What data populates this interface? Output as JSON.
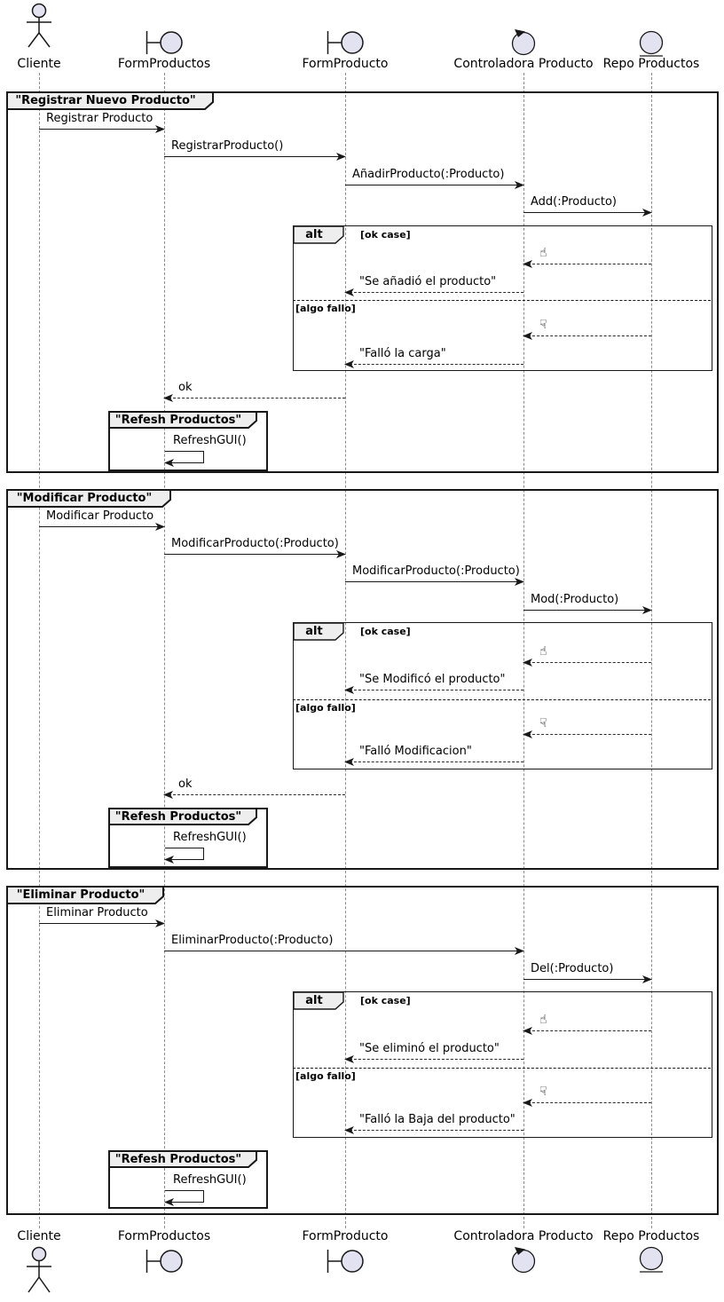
{
  "participants": [
    {
      "name": "Cliente",
      "type": "actor"
    },
    {
      "name": "FormProductos",
      "type": "boundary"
    },
    {
      "name": "FormProducto",
      "type": "boundary"
    },
    {
      "name": "Controladora Producto",
      "type": "control"
    },
    {
      "name": "Repo Productos",
      "type": "entity"
    }
  ],
  "icons": {
    "thumbs_up": "☝",
    "thumbs_down": "☟"
  },
  "colors": {
    "line": "#181818",
    "shape_fill": "#E2E2F0",
    "tab_fill": "#EEEEEE"
  },
  "frames": [
    {
      "title": "\"Registrar Nuevo Producto\"",
      "messages": [
        {
          "from": "Cliente",
          "to": "FormProductos",
          "label": "Registrar Producto",
          "line": "solid"
        },
        {
          "from": "FormProductos",
          "to": "FormProducto",
          "label": "RegistrarProducto()",
          "line": "solid"
        },
        {
          "from": "FormProducto",
          "to": "Controladora Producto",
          "label": "AñadirProducto(:Producto)",
          "line": "solid"
        },
        {
          "from": "Controladora Producto",
          "to": "Repo Productos",
          "label": "Add(:Producto)",
          "line": "solid"
        }
      ],
      "alt": {
        "operator": "alt",
        "sections": [
          {
            "guard": "[ok case]",
            "messages": [
              {
                "from": "Repo Productos",
                "to": "Controladora Producto",
                "icon": "thumbs-up",
                "line": "dashed"
              },
              {
                "from": "Controladora Producto",
                "to": "FormProducto",
                "label": "\"Se añadió el producto\"",
                "line": "dashed"
              }
            ]
          },
          {
            "guard": "[algo fallo]",
            "messages": [
              {
                "from": "Repo Productos",
                "to": "Controladora Producto",
                "icon": "thumbs-down",
                "line": "dashed"
              },
              {
                "from": "Controladora Producto",
                "to": "FormProducto",
                "label": "\"Falló la carga\"",
                "line": "dashed"
              }
            ]
          }
        ]
      },
      "return_message": {
        "from": "FormProducto",
        "to": "FormProductos",
        "label": "ok",
        "line": "dashed"
      },
      "sub_frame": {
        "title": "\"Refesh Productos\"",
        "self_message": {
          "on": "FormProductos",
          "label": "RefreshGUI()"
        }
      }
    },
    {
      "title": "\"Modificar Producto\"",
      "messages": [
        {
          "from": "Cliente",
          "to": "FormProductos",
          "label": "Modificar Producto",
          "line": "solid"
        },
        {
          "from": "FormProductos",
          "to": "FormProducto",
          "label": "ModificarProducto(:Producto)",
          "line": "solid"
        },
        {
          "from": "FormProducto",
          "to": "Controladora Producto",
          "label": "ModificarProducto(:Producto)",
          "line": "solid"
        },
        {
          "from": "Controladora Producto",
          "to": "Repo Productos",
          "label": "Mod(:Producto)",
          "line": "solid"
        }
      ],
      "alt": {
        "operator": "alt",
        "sections": [
          {
            "guard": "[ok case]",
            "messages": [
              {
                "from": "Repo Productos",
                "to": "Controladora Producto",
                "icon": "thumbs-up",
                "line": "dashed"
              },
              {
                "from": "Controladora Producto",
                "to": "FormProducto",
                "label": "\"Se Modificó el producto\"",
                "line": "dashed"
              }
            ]
          },
          {
            "guard": "[algo fallo]",
            "messages": [
              {
                "from": "Repo Productos",
                "to": "Controladora Producto",
                "icon": "thumbs-down",
                "line": "dashed"
              },
              {
                "from": "Controladora Producto",
                "to": "FormProducto",
                "label": "\"Falló Modificacion\"",
                "line": "dashed"
              }
            ]
          }
        ]
      },
      "return_message": {
        "from": "FormProducto",
        "to": "FormProductos",
        "label": "ok",
        "line": "dashed"
      },
      "sub_frame": {
        "title": "\"Refesh Productos\"",
        "self_message": {
          "on": "FormProductos",
          "label": "RefreshGUI()"
        }
      }
    },
    {
      "title": "\"Eliminar Producto\"",
      "messages": [
        {
          "from": "Cliente",
          "to": "FormProductos",
          "label": "Eliminar Producto",
          "line": "solid"
        },
        {
          "from": "FormProductos",
          "to": "Controladora Producto",
          "label": "EliminarProducto(:Producto)",
          "line": "solid"
        },
        {
          "from": "Controladora Producto",
          "to": "Repo Productos",
          "label": "Del(:Producto)",
          "line": "solid"
        }
      ],
      "alt": {
        "operator": "alt",
        "sections": [
          {
            "guard": "[ok case]",
            "messages": [
              {
                "from": "Repo Productos",
                "to": "Controladora Producto",
                "icon": "thumbs-up",
                "line": "dashed"
              },
              {
                "from": "Controladora Producto",
                "to": "FormProducto",
                "label": "\"Se eliminó el producto\"",
                "line": "dashed"
              }
            ]
          },
          {
            "guard": "[algo fallo]",
            "messages": [
              {
                "from": "Repo Productos",
                "to": "Controladora Producto",
                "icon": "thumbs-down",
                "line": "dashed"
              },
              {
                "from": "Controladora Producto",
                "to": "FormProducto",
                "label": "\"Falló la Baja del producto\"",
                "line": "dashed"
              }
            ]
          }
        ]
      },
      "sub_frame": {
        "title": "\"Refesh Productos\"",
        "self_message": {
          "on": "FormProductos",
          "label": "RefreshGUI()"
        }
      }
    }
  ]
}
